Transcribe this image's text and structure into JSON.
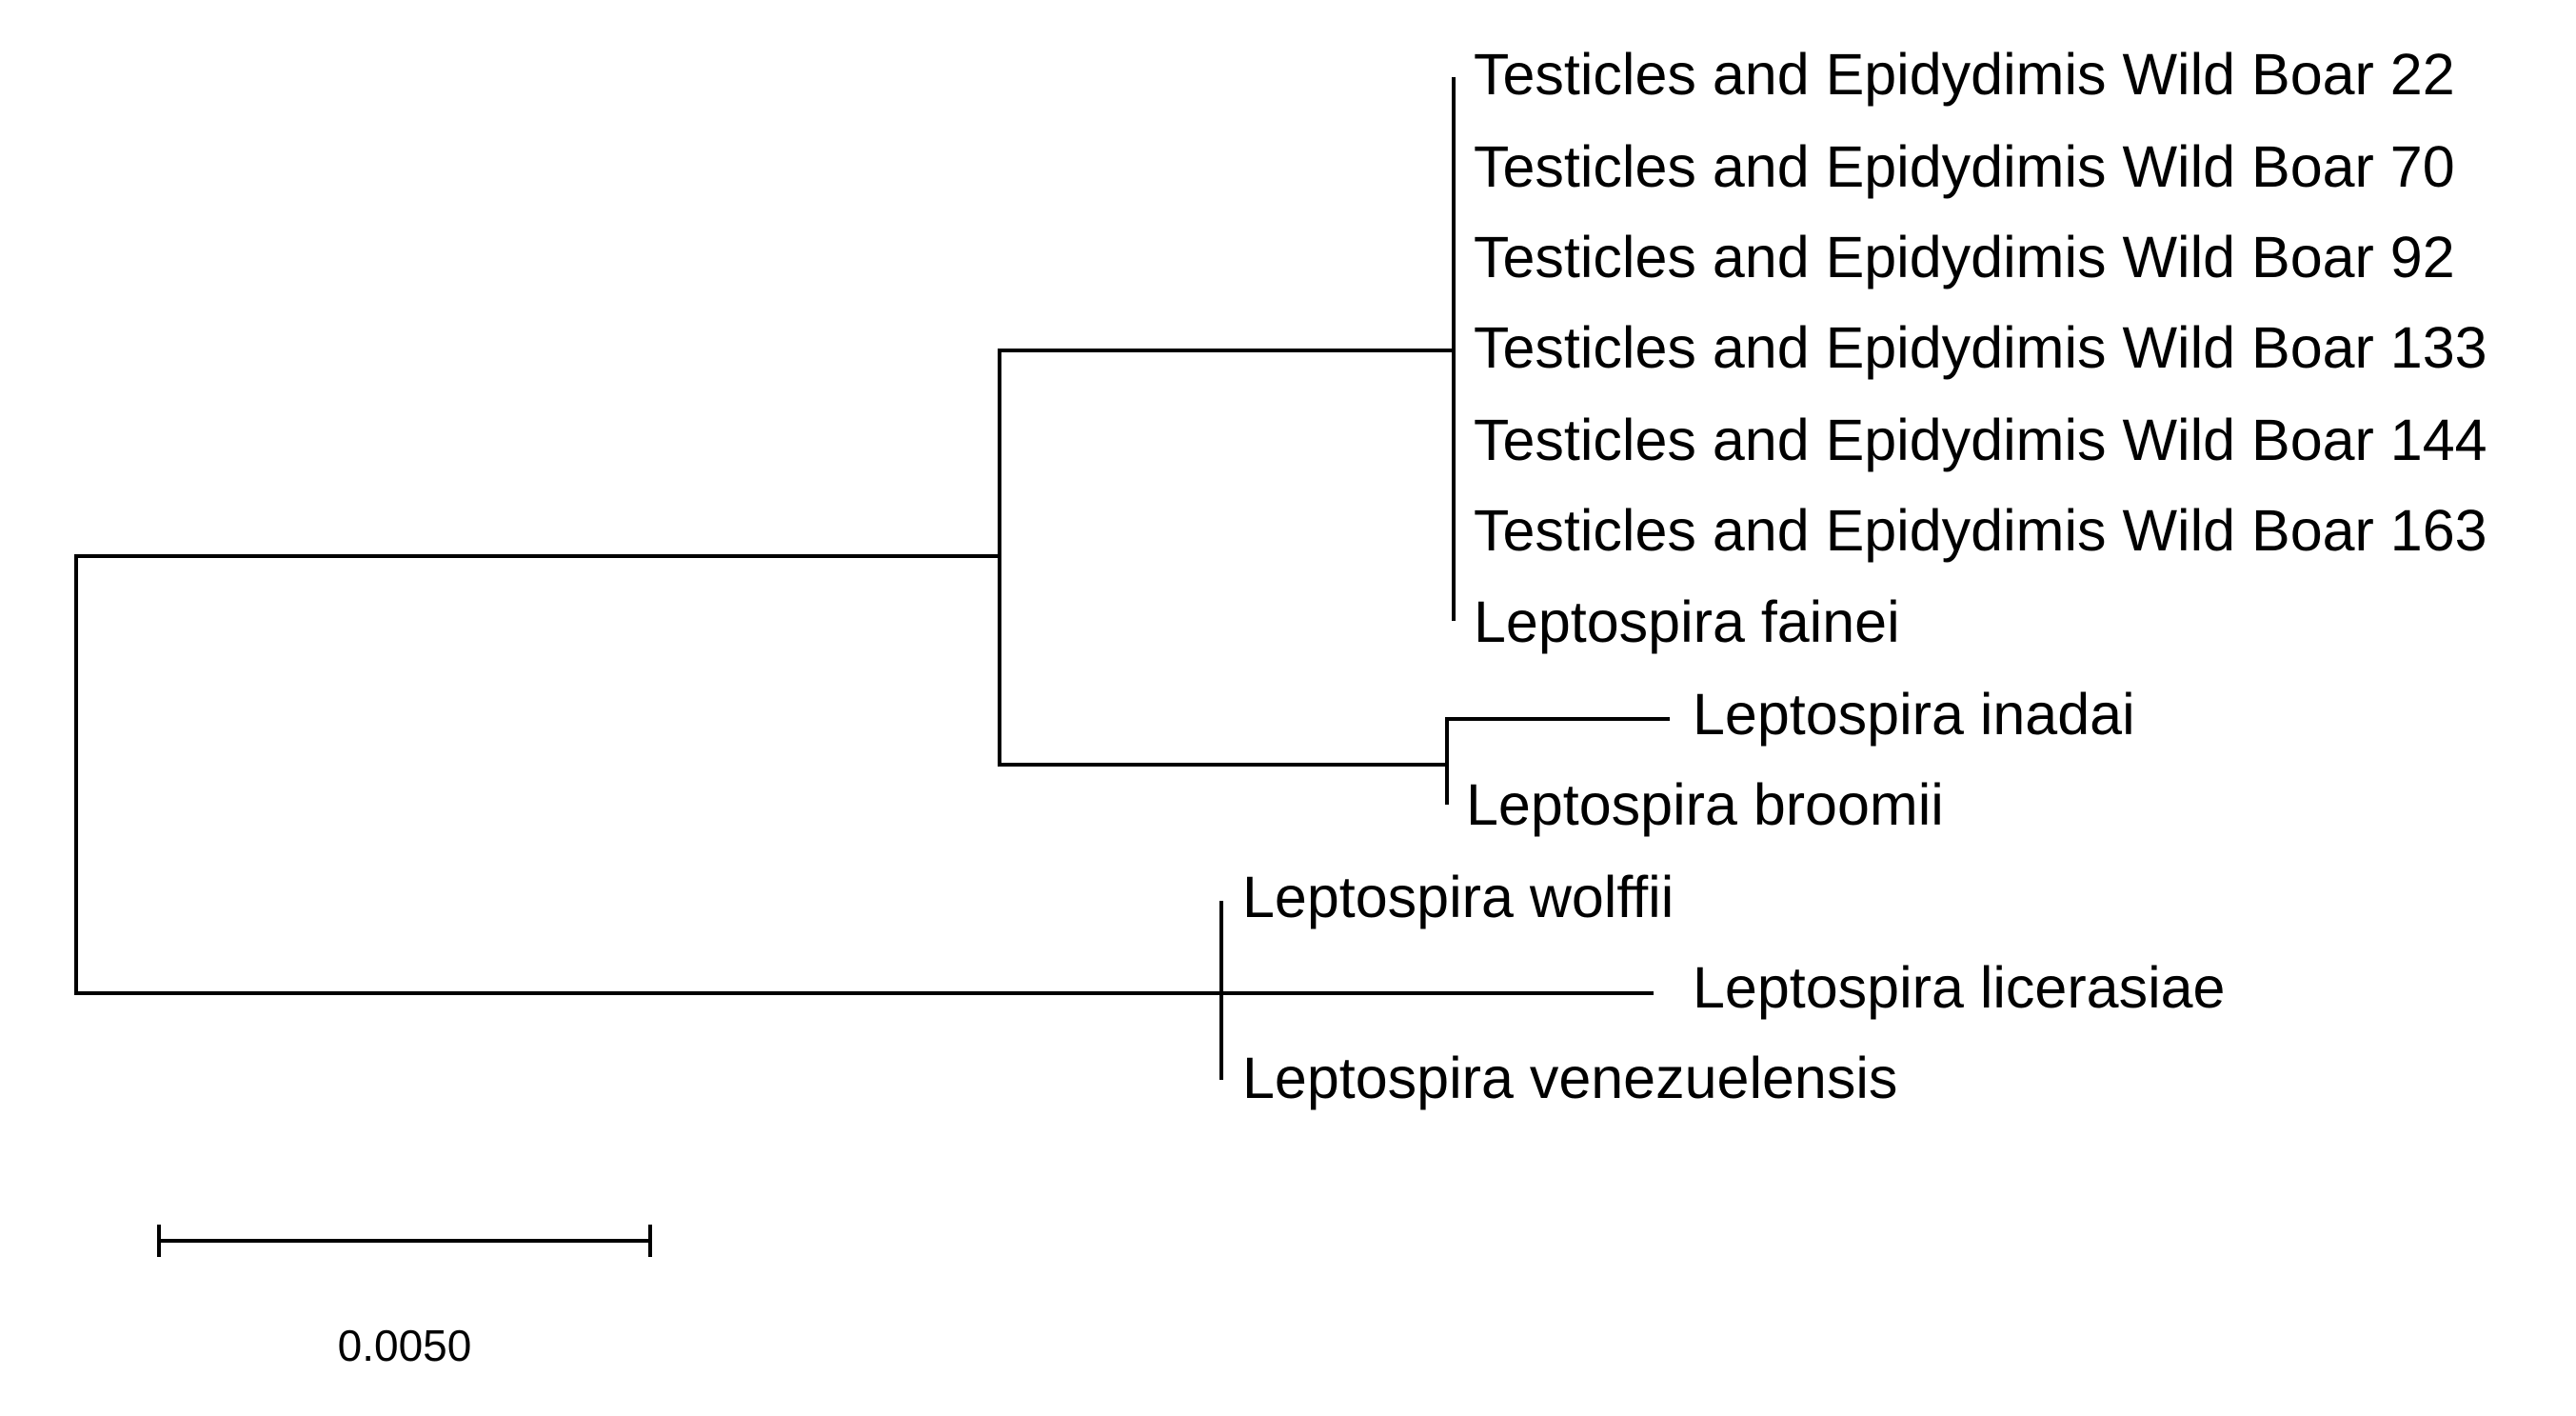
{
  "tree": {
    "leaves": [
      {
        "id": "wb22",
        "label": "Testicles and Epidydimis Wild Boar 22"
      },
      {
        "id": "wb70",
        "label": "Testicles and Epidydimis Wild Boar 70"
      },
      {
        "id": "wb92",
        "label": "Testicles and Epidydimis Wild Boar 92"
      },
      {
        "id": "wb133",
        "label": "Testicles and Epidydimis Wild Boar 133"
      },
      {
        "id": "wb144",
        "label": "Testicles and Epidydimis Wild Boar 144"
      },
      {
        "id": "wb163",
        "label": "Testicles and Epidydimis Wild Boar 163"
      },
      {
        "id": "fainei",
        "label": "Leptospira fainei"
      },
      {
        "id": "inadai",
        "label": "Leptospira inadai"
      },
      {
        "id": "broomii",
        "label": "Leptospira broomii"
      },
      {
        "id": "wolffii",
        "label": "Leptospira wolffii"
      },
      {
        "id": "licerasiae",
        "label": "Leptospira licerasiae"
      },
      {
        "id": "venezuelensis",
        "label": "Leptospira venezuelensis"
      }
    ],
    "scale_bar": {
      "label": "0.0050",
      "value": 0.005
    }
  }
}
